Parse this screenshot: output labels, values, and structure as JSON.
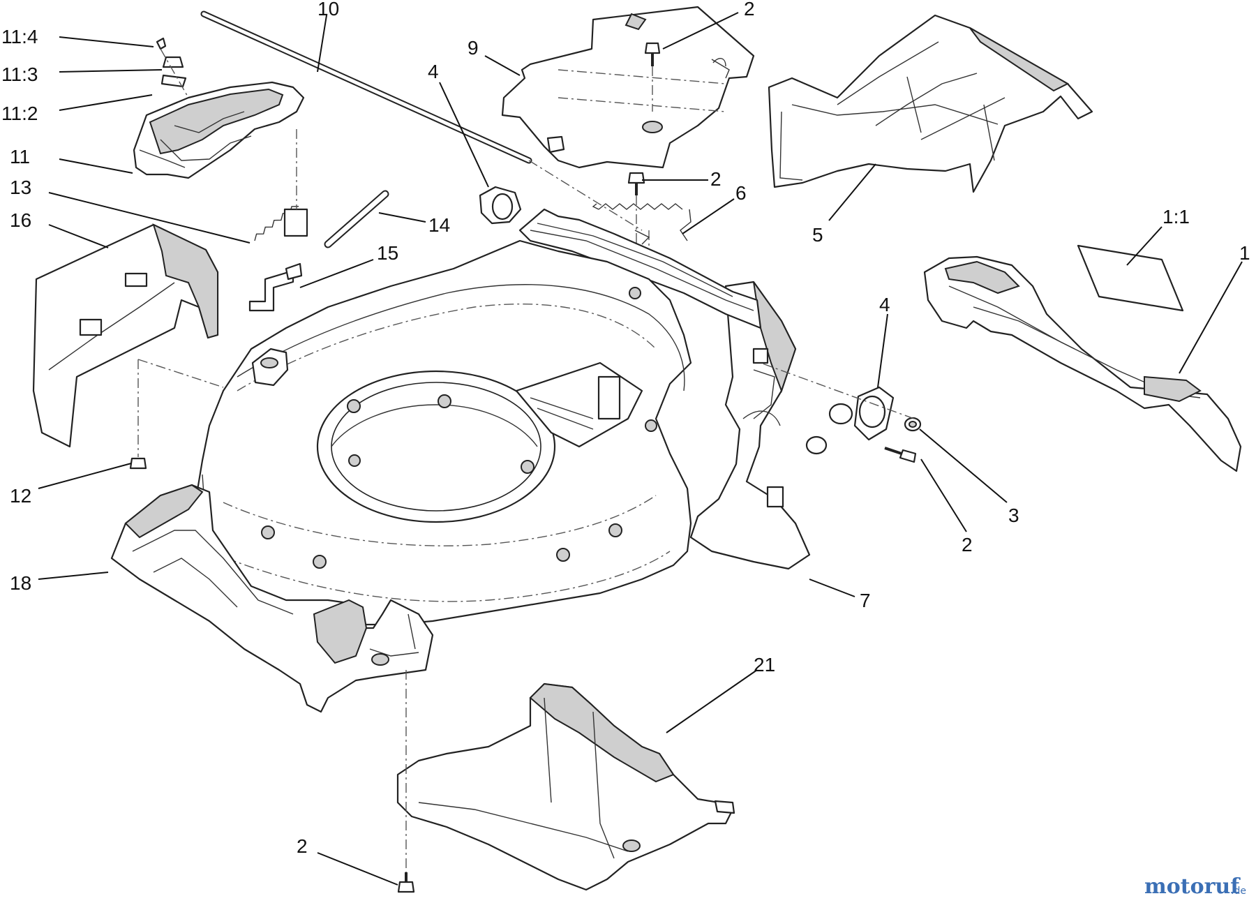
{
  "callouts": {
    "c11_4": "11:4",
    "c11_3": "11:3",
    "c11_2": "11:2",
    "c11": "11",
    "c13": "13",
    "c16": "16",
    "c10": "10",
    "c9": "9",
    "c4a": "4",
    "c2a": "2",
    "c2b": "2",
    "c6": "6",
    "c5": "5",
    "c14": "14",
    "c15": "15",
    "c1_1": "1:1",
    "c1": "1",
    "c4b": "4",
    "c3": "3",
    "c2c": "2",
    "c12": "12",
    "c18": "18",
    "c7": "7",
    "c21": "21",
    "c2d": "2"
  },
  "watermark": {
    "brand_a": "motoruf",
    "brand_b": "f",
    "suffix": ".de"
  }
}
